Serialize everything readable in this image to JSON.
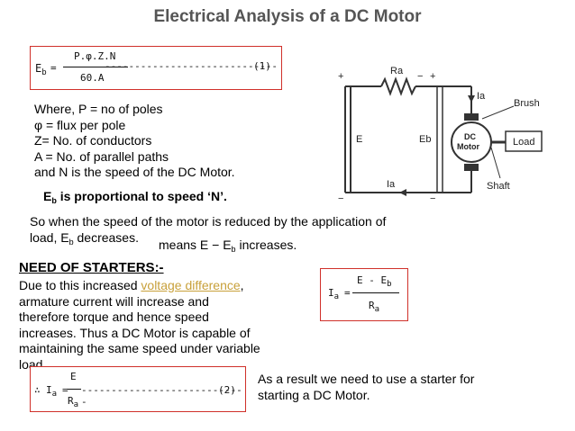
{
  "title": "Electrical Analysis of a DC Motor",
  "eq1": {
    "lhs": "E",
    "lhs_sub": "b",
    "eq_sign": "=",
    "numerator": "P.φ.Z.N",
    "denominator": "60.A",
    "dashes": "-----------------------------",
    "tag": "(1)"
  },
  "where_lines": [
    "Where, P = no of poles",
    "φ = flux per pole",
    "Z= No. of conductors",
    "A = No. of parallel paths",
    "and N is the speed of the DC Motor."
  ],
  "proportional": {
    "pre": "E",
    "sub": "b",
    "post": " is proportional to speed ‘N’."
  },
  "speed_para": {
    "line1": "So when the speed of the motor is reduced by the application of",
    "line2_pre": "load, E",
    "line2_sub": "b",
    "line2_post": " decreases.",
    "means_pre": "means E − E",
    "means_sub": "b",
    "means_post": " increases."
  },
  "section_heading": "NEED OF STARTERS:-",
  "starter_para": {
    "l1_pre": "Due to this increased ",
    "l1_link": "voltage difference",
    "l1_post": ",",
    "l2": "armature current will increase and",
    "l3": "therefore torque and hence speed",
    "l4": "increases. Thus a DC Motor is capable of",
    "l5": "maintaining the same speed under variable",
    "l6": "load."
  },
  "eq_ia": {
    "lhs": "I",
    "lhs_sub": "a",
    "eq_sign": "=",
    "num_pre": "E - E",
    "num_sub": "b",
    "den": "R",
    "den_sub": "a"
  },
  "eq2": {
    "therefore": "∴",
    "lhs": "I",
    "lhs_sub": "a",
    "eq_sign": "=",
    "numerator": "E",
    "den": "R",
    "den_sub": "a",
    "dashes": "----------------------------",
    "tag": "(2)"
  },
  "conclusion": {
    "l1": "As a result we need to use a starter for",
    "l2": "starting a DC Motor."
  },
  "diagram": {
    "ra": "Ra",
    "ia_top": "Ia",
    "ia_bottom": "Ia",
    "e": "E",
    "eb": "Eb",
    "plus": "+",
    "minus": "−",
    "motor_l1": "DC",
    "motor_l2": "Motor",
    "brush": "Brush",
    "load": "Load",
    "shaft": "Shaft"
  },
  "colors": {
    "title": "#555555",
    "box_border": "#d0302a",
    "link": "#c8a03a"
  }
}
